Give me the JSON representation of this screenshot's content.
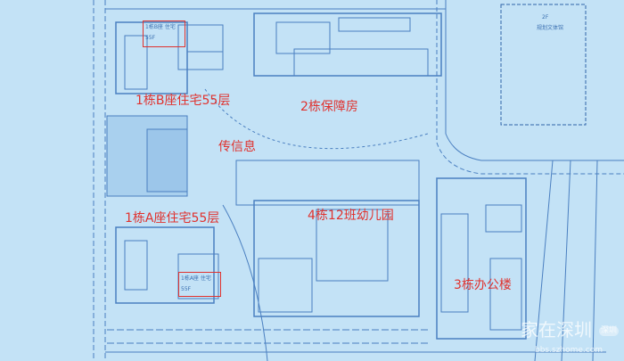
{
  "labels": {
    "building_1b": "1栋B座住宅55层",
    "building_2": "2栋保障房",
    "info": "传信息",
    "building_1a": "1栋A座住宅55层",
    "building_4": "4栋12班幼儿园",
    "building_3": "3栋办公楼"
  },
  "plan_text": {
    "culture_hall_floors": "2F",
    "culture_hall": "规划文体馆",
    "box_1b": "1栋B座 住宅",
    "box_1a": "1栋A座 住宅",
    "floors_55": "55F"
  },
  "watermark": {
    "logo": "家在深圳",
    "city_badge": "深圳",
    "url": "bbs.szhome.com"
  },
  "colors": {
    "background": "#bfe0f5",
    "lines": "#3a6fb0",
    "annotation": "#e0322e"
  }
}
